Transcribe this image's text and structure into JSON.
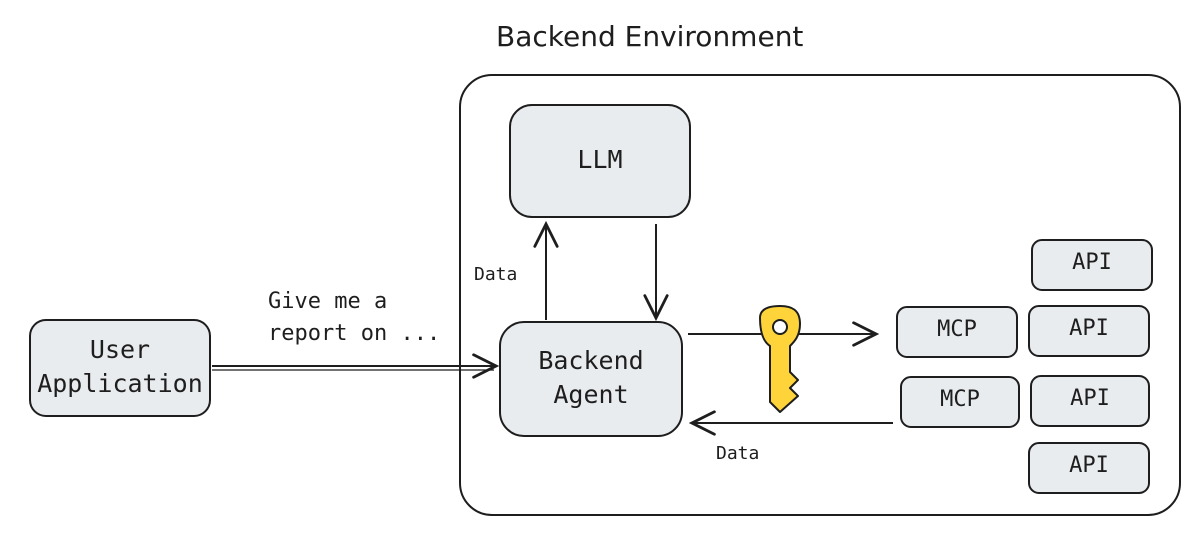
{
  "title": "Backend Environment",
  "nodes": {
    "user_app": "User\nApplication",
    "llm": "LLM",
    "backend_agent": "Backend\nAgent",
    "mcp": [
      "MCP",
      "MCP"
    ],
    "api": [
      "API",
      "API",
      "API",
      "API"
    ]
  },
  "edges": {
    "request_label": "Give me a\nreport on ...",
    "agent_to_llm_label": "Data",
    "mcp_to_agent_label": "Data"
  },
  "icons": {
    "key": "key-icon"
  },
  "colors": {
    "box_fill": "#e9ecef",
    "stroke": "#1e1e1e",
    "key": "#ffd43b"
  }
}
